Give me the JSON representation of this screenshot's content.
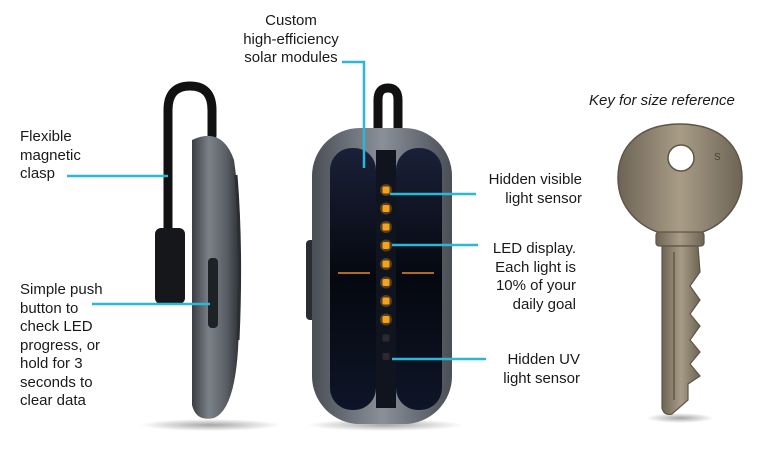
{
  "colors": {
    "callout_line": "#2bb8d8",
    "device_shell": "#6b7178",
    "solar_panel": "#0a0f1e",
    "led_on": "#f5a21f",
    "led_off": "#2a2a30",
    "key_metal": "#8c8270"
  },
  "labels": {
    "solar_modules": "Custom\nhigh-efficiency\nsolar modules",
    "clasp": "Flexible\nmagnetic\nclasp",
    "push_button": "Simple push\nbutton to\ncheck LED\nprogress, or\nhold for 3\nseconds to\nclear data",
    "visible_sensor": "Hidden visible\nlight sensor",
    "led_display": "LED display.\nEach light is\n10% of your\ndaily goal",
    "uv_sensor": "Hidden UV\nlight sensor",
    "key_reference": "Key for size reference"
  },
  "device": {
    "led_total": 10,
    "led_lit": 8
  },
  "icons": {
    "side_view": "device-side-view",
    "front_view": "device-front-view",
    "key": "key-icon"
  }
}
